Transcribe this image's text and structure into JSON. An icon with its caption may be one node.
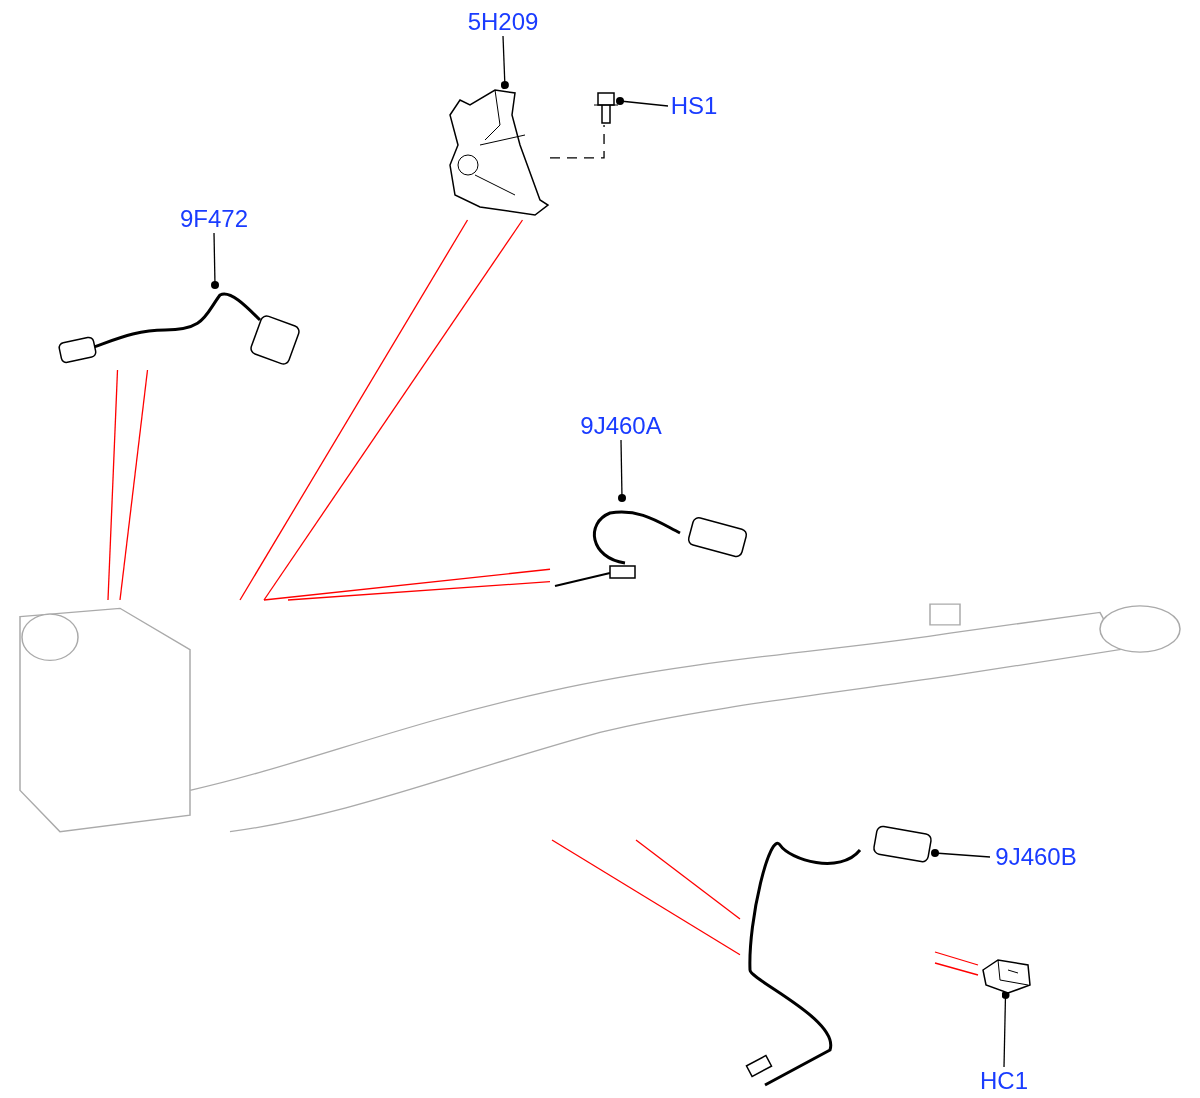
{
  "diagram": {
    "nodes": [
      {
        "text": [
          "5H209"
        ]
      },
      {
        "text": [],
        "shape": "picture"
      },
      {
        "text": [
          "HS1"
        ]
      },
      {
        "text": [],
        "shape": "picture"
      },
      {
        "text": [
          "9F472"
        ]
      },
      {
        "text": [],
        "shape": "picture"
      },
      {
        "text": [
          "9J460A"
        ]
      },
      {
        "text": [],
        "shape": "picture"
      },
      {
        "text": [
          "9J460B"
        ]
      },
      {
        "text": [],
        "shape": "picture"
      },
      {
        "text": [
          "HC1"
        ]
      },
      {
        "text": [],
        "shape": "picture"
      },
      {
        "text": [],
        "shape": "picture"
      }
    ],
    "edges": [
      {
        "from": 0,
        "to": 1,
        "arrow": "other",
        "color": "#000000"
      },
      {
        "from": 2,
        "to": 3,
        "arrow": "other",
        "color": "#000000"
      },
      {
        "from": 1,
        "to": 3,
        "arrow": "none",
        "style": "dashed",
        "color": "#000000"
      },
      {
        "from": 4,
        "to": 5,
        "arrow": "other",
        "color": "#000000"
      },
      {
        "from": 6,
        "to": 7,
        "arrow": "other",
        "color": "#000000"
      },
      {
        "from": 8,
        "to": 9,
        "arrow": "other",
        "color": "#000000"
      },
      {
        "from": 10,
        "to": 11,
        "arrow": "other",
        "color": "#000000"
      },
      {
        "from": 1,
        "to": 12,
        "arrow": "none",
        "color": "#ff0000"
      },
      {
        "from": 1,
        "to": 12,
        "arrow": "none",
        "color": "#ff0000"
      },
      {
        "from": 5,
        "to": 12,
        "arrow": "none",
        "color": "#ff0000"
      },
      {
        "from": 5,
        "to": 12,
        "arrow": "none",
        "color": "#ff0000"
      },
      {
        "from": 7,
        "to": 12,
        "arrow": "none",
        "color": "#ff0000"
      },
      {
        "from": 7,
        "to": 12,
        "arrow": "none",
        "color": "#ff0000"
      },
      {
        "from": 9,
        "to": 12,
        "arrow": "none",
        "color": "#ff0000"
      },
      {
        "from": 9,
        "to": 12,
        "arrow": "none",
        "color": "#ff0000"
      },
      {
        "from": 11,
        "to": 9,
        "arrow": "none",
        "color": "#ff0000"
      },
      {
        "from": 11,
        "to": 9,
        "arrow": "none",
        "color": "#ff0000"
      }
    ]
  }
}
